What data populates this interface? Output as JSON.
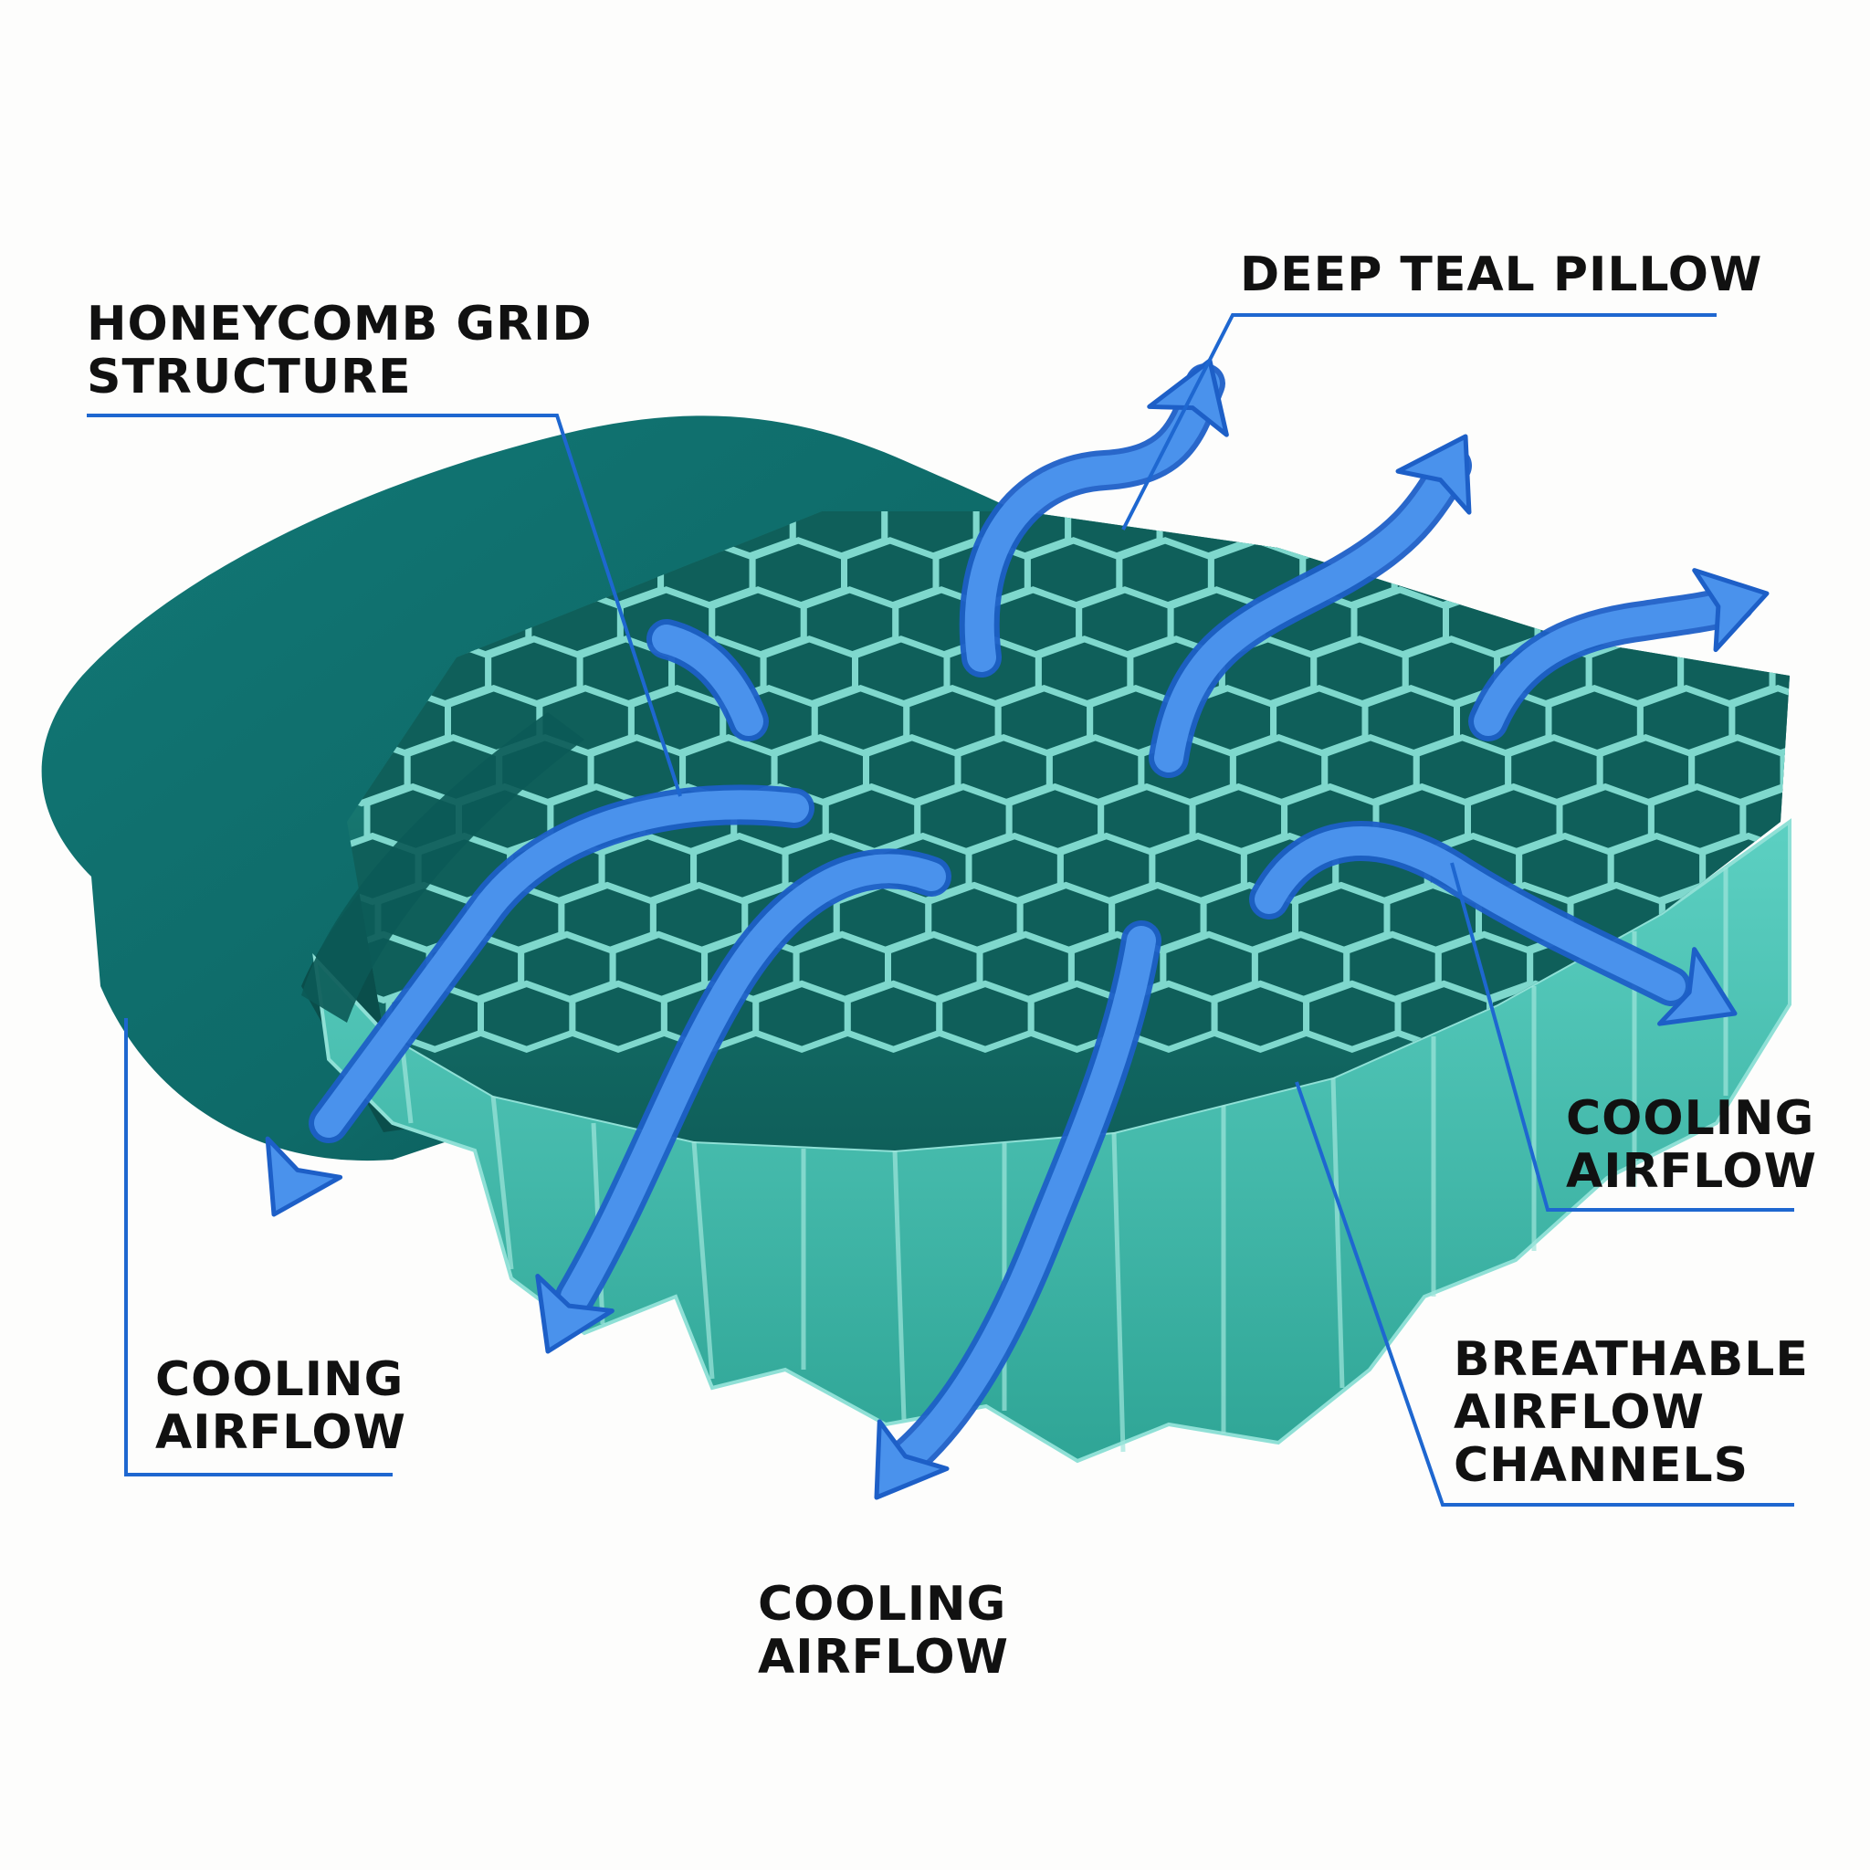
{
  "colors": {
    "background": "#fdfdfc",
    "pillow_teal": "#0e6a68",
    "pillow_teal_dark": "#0a4f4d",
    "honeycomb_teal": "#3ab8a8",
    "honeycomb_edge": "#8fe0d6",
    "honeycomb_dark": "#156e68",
    "arrow_blue": "#3f86e6",
    "arrow_edge": "#1d5fc7",
    "leader_line": "#1e67d0",
    "label_text": "#111111"
  },
  "labels": {
    "honeycomb": "HONEYCOMB GRID\nSTRUCTURE",
    "pillow": "DEEP TEAL PILLOW",
    "airflow_left": "COOLING\nAIRFLOW",
    "airflow_bottom": "COOLING\nAIRFLOW",
    "airflow_right": "COOLING\nAIRFLOW",
    "channels": "BREATHABLE\nAIRFLOW\nCHANNELS"
  },
  "icons": {
    "arrow": "curved-airflow-arrow",
    "cell": "hexagon-cell"
  }
}
